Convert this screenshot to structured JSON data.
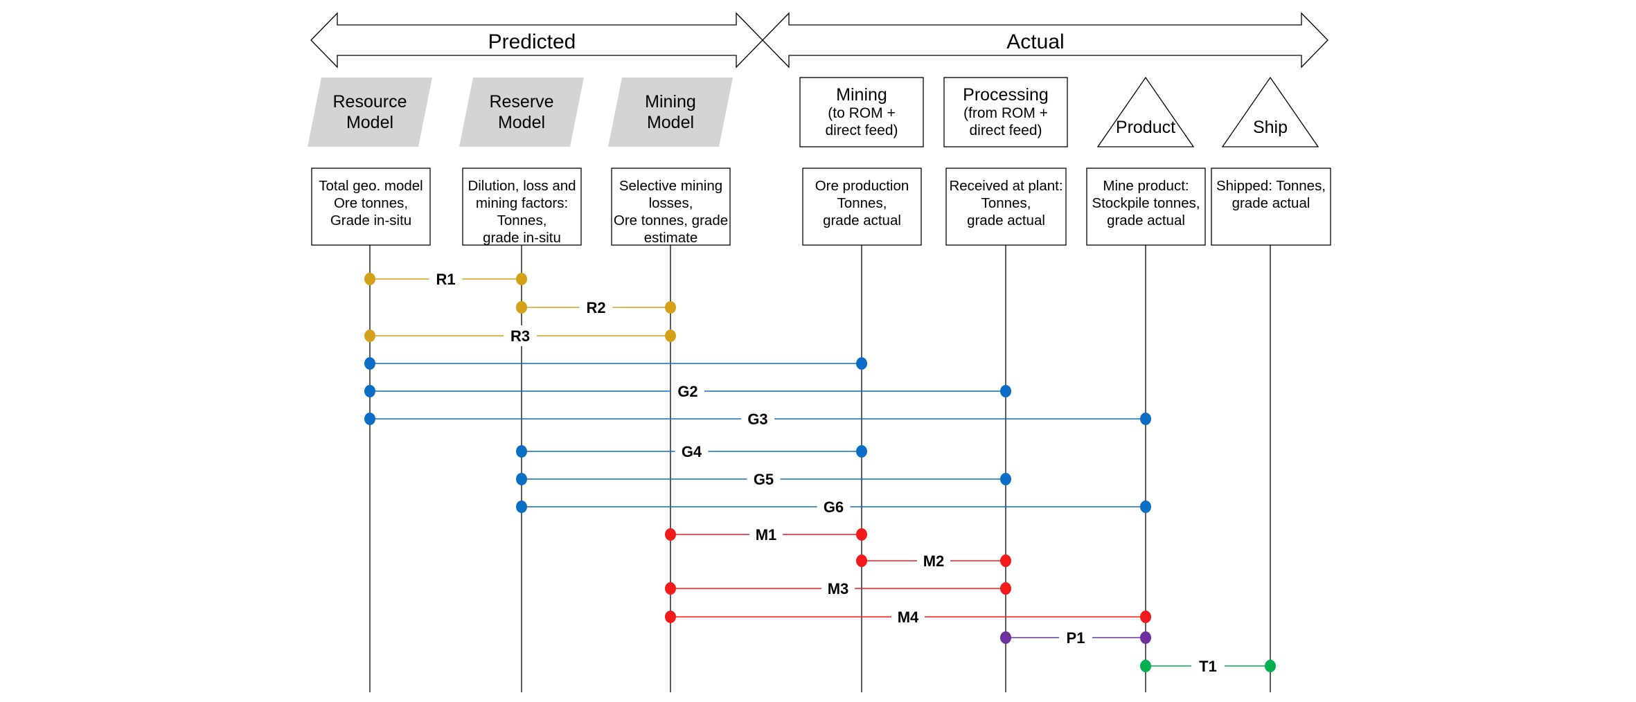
{
  "phases": {
    "predicted": "Predicted",
    "actual": "Actual"
  },
  "stages": [
    {
      "id": "resource",
      "shape": "parallelogram",
      "title": [
        "Resource",
        "Model"
      ],
      "sub": [],
      "desc": [
        "Total geo. model",
        "Ore tonnes,",
        "Grade in-situ"
      ]
    },
    {
      "id": "reserve",
      "shape": "parallelogram",
      "title": [
        "Reserve",
        "Model"
      ],
      "sub": [],
      "desc": [
        "Dilution, loss and",
        "mining factors:",
        "Tonnes,",
        "grade in-situ"
      ]
    },
    {
      "id": "mining-model",
      "shape": "parallelogram",
      "title": [
        "Mining",
        "Model"
      ],
      "sub": [],
      "desc": [
        "Selective mining",
        "losses,",
        "Ore tonnes, grade",
        "estimate"
      ]
    },
    {
      "id": "mining",
      "shape": "rect",
      "title": [
        "Mining"
      ],
      "sub": [
        "(to ROM +",
        "direct feed)"
      ],
      "desc": [
        "Ore production",
        "Tonnes,",
        "grade actual"
      ]
    },
    {
      "id": "processing",
      "shape": "rect",
      "title": [
        "Processing"
      ],
      "sub": [
        "(from ROM +",
        "direct feed)"
      ],
      "desc": [
        "Received at plant:",
        "Tonnes,",
        "grade actual"
      ]
    },
    {
      "id": "product",
      "shape": "triangle",
      "title": [
        "Product"
      ],
      "sub": [],
      "desc": [
        "Mine product:",
        "Stockpile tonnes,",
        "grade actual"
      ]
    },
    {
      "id": "ship",
      "shape": "triangle",
      "title": [
        "Ship"
      ],
      "sub": [],
      "desc": [
        "Shipped: Tonnes,",
        "grade actual"
      ]
    }
  ],
  "connections": [
    {
      "label": "R1",
      "from": 0,
      "to": 1,
      "color": "#D4A017"
    },
    {
      "label": "R2",
      "from": 1,
      "to": 2,
      "color": "#D4A017"
    },
    {
      "label": "R3",
      "from": 0,
      "to": 2,
      "color": "#D4A017"
    },
    {
      "label": "",
      "from": 0,
      "to": 3,
      "color": "#0A6EC7"
    },
    {
      "label": "G2",
      "from": 0,
      "to": 4,
      "color": "#0A6EC7"
    },
    {
      "label": "G3",
      "from": 0,
      "to": 5,
      "color": "#0A6EC7"
    },
    {
      "label": "G4",
      "from": 1,
      "to": 3,
      "color": "#0A6EC7"
    },
    {
      "label": "G5",
      "from": 1,
      "to": 4,
      "color": "#0A6EC7"
    },
    {
      "label": "G6",
      "from": 1,
      "to": 5,
      "color": "#0A6EC7"
    },
    {
      "label": "M1",
      "from": 2,
      "to": 3,
      "color": "#F21A1A"
    },
    {
      "label": "M2",
      "from": 3,
      "to": 4,
      "color": "#F21A1A"
    },
    {
      "label": "M3",
      "from": 2,
      "to": 4,
      "color": "#F21A1A"
    },
    {
      "label": "M4",
      "from": 2,
      "to": 5,
      "color": "#F21A1A"
    },
    {
      "label": "P1",
      "from": 4,
      "to": 5,
      "color": "#7030A0"
    },
    {
      "label": "T1",
      "from": 5,
      "to": 6,
      "color": "#00B050"
    }
  ],
  "colors": {
    "model_fill": "#D4D4D4",
    "lifeline": "#333333",
    "outline": "#000000"
  }
}
